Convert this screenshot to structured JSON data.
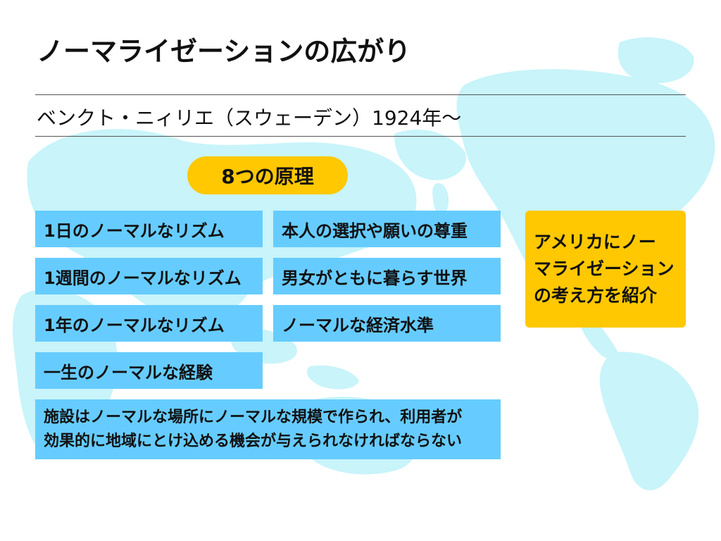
{
  "slide": {
    "title": "ノーマライゼーションの広がり",
    "subtitle": "ベンクト・ニィリエ（スウェーデン）1924年〜",
    "principles_label": "8つの原理",
    "principles": [
      "1日のノーマルなリズム",
      "本人の選択や願いの尊重",
      "1週間のノーマルなリズム",
      "男女がともに暮らす世界",
      "1年のノーマルなリズム",
      "ノーマルな経済水準",
      "一生のノーマルな経験"
    ],
    "facility_lines": [
      "施設はノーマルな場所にノーマルな規模で作られ、利用者が",
      "効果的に地域にとけ込める機会が与えられなければならない"
    ],
    "callout_lines": [
      "アメリカにノー",
      "マライゼーション",
      "の考え方を紹介"
    ]
  },
  "colors": {
    "accent_yellow": "#ffc800",
    "box_blue": "#66ccff",
    "map_cyan": "#c8f4fa"
  }
}
